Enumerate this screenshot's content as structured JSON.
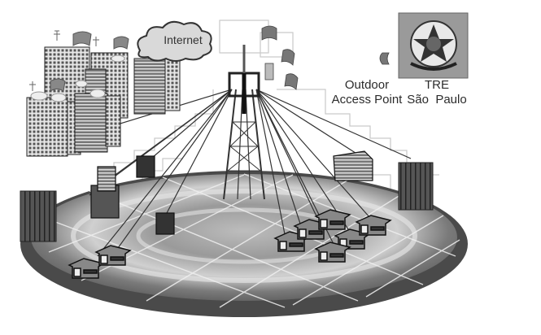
{
  "diagram": {
    "title": "Outdoor wireless access network",
    "nodes": {
      "internet": {
        "label": "Internet",
        "icon": "cloud-icon"
      },
      "access_point": {
        "label_line1": "Outdoor",
        "label_line2": "Access Point",
        "icon": "radio-tower-icon"
      },
      "tre": {
        "label_line1": "TRE",
        "label_line2": "São  Paulo",
        "icon": "coat-of-arms-emblem-icon"
      },
      "city": {
        "icon": "office-buildings-icon"
      },
      "houses": {
        "icon": "house-icon"
      },
      "servers": {
        "icon": "server-rack-icon"
      }
    },
    "palette": {
      "background": "#ffffff",
      "ground_dark": "#3a3a3a",
      "ground_mid": "#8a8a8a",
      "ground_light": "#c8c8c8",
      "line": "#333333",
      "cloud": "#d9d9d9"
    }
  }
}
